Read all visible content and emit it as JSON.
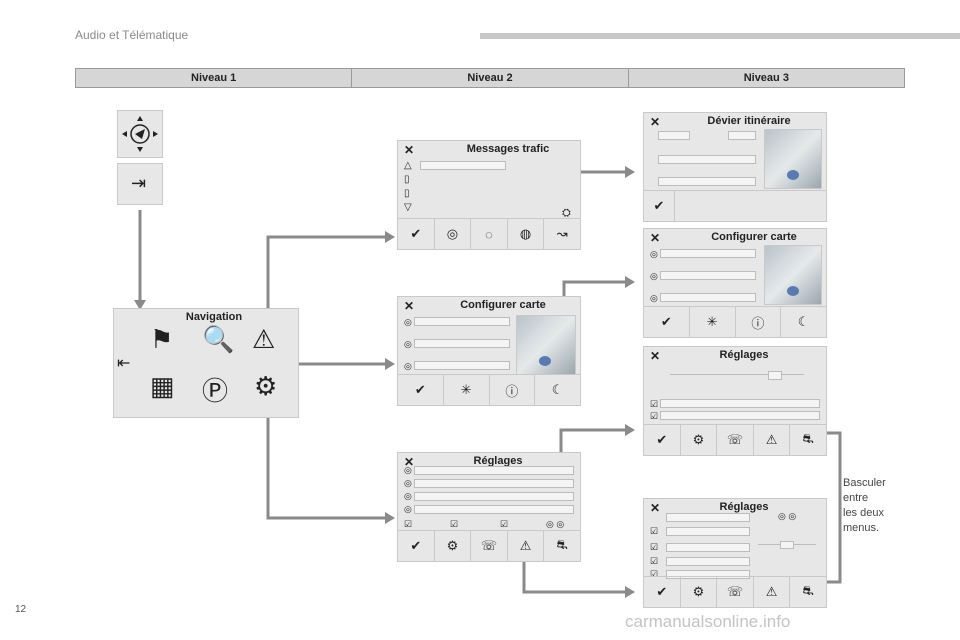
{
  "header": {
    "title": "Audio et Télématique"
  },
  "levels": [
    "Niveau 1",
    "Niveau 2",
    "Niveau 3"
  ],
  "nav": {
    "title": "Navigation"
  },
  "screens": {
    "messages_trafic": "Messages trafic",
    "configurer_carte": "Configurer carte",
    "reglages": "Réglages",
    "devier_itineraire": "Dévier itinéraire"
  },
  "note": {
    "lines": [
      "Basculer",
      "entre",
      "les deux",
      "menus."
    ]
  },
  "page_number": "12",
  "watermark": "carmanualsonline.info"
}
